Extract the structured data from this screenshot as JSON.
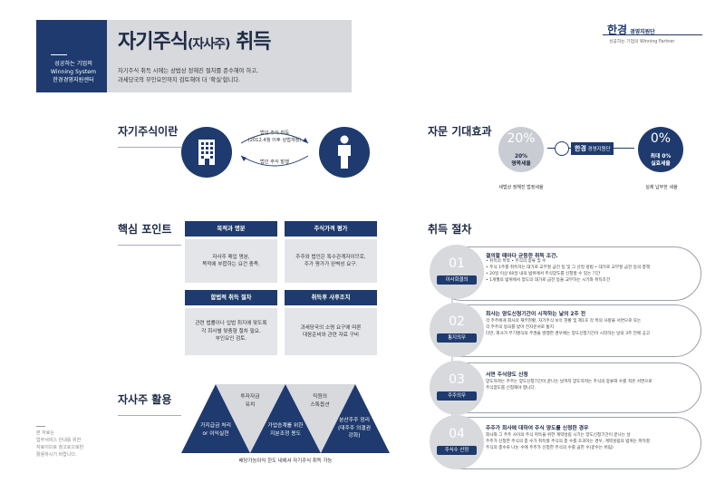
{
  "header": {
    "left_text": [
      "성공하는 기업의",
      "Winning System",
      "한경경영지원센터"
    ],
    "title_main": "자기주식",
    "title_paren": "(자사주)",
    "title_end": " 취득",
    "subtitle": [
      "자기주식 취득 시에는 상법상 정해진 절차를 준수해야 하고,",
      "과세당국의 부인요인까지 검토해야 더 '확실'합니다."
    ]
  },
  "logo": {
    "main": "한경",
    "tag": "경영지원단",
    "sub": "성공하는 기업의 Winning Partner"
  },
  "section1": {
    "title": "자기주식이란",
    "arrow_top": [
      "법인 주식 취득",
      "(2012.4월 이후 상법개정)"
    ],
    "arrow_bottom": "법인 주식 발행"
  },
  "section2": {
    "title": "자문 기대효과",
    "left_pct": "20%",
    "left_label": [
      "20%",
      "명목세율"
    ],
    "left_caption": "세법상 정해진 법정세율",
    "center_logo_main": "한경",
    "center_logo_tag": "경영지원단",
    "right_pct": "0%",
    "right_label": [
      "최대 0%",
      "실효세율"
    ],
    "right_caption": "실제 납부한 세율"
  },
  "section3": {
    "title": "핵심 포인트",
    "cards": [
      {
        "head": "목적과 명분",
        "body": [
          "자사주 매입 명분,",
          "목적에 부합하는 요건 충족."
        ]
      },
      {
        "head": "주식가격 평가",
        "body": [
          "주주와 법인은 특수관계자이므로,",
          "주가 평가가 완벽성 요구."
        ]
      },
      {
        "head": "합법적 취득 절차",
        "body": [
          "관련 법률이나 입법 취지에 맞도록",
          "각 회사별 맞춤형 절차 필요.",
          "부인요인 검토."
        ]
      },
      {
        "head": "취득후 사후조치",
        "body": [
          "과세당국의 소명 요구에 따른",
          "대응준비와 관련 자료 구비"
        ]
      }
    ]
  },
  "section4": {
    "title": "자사주 활용",
    "tri": [
      [
        "가지급금 처리",
        "or 이익실현"
      ],
      [
        "투자자금",
        "유치"
      ],
      [
        "가업승계를 위한",
        "지분조정 용도"
      ],
      [
        "직원의",
        "스톡옵션"
      ],
      [
        "분산주주 정리",
        "(대주주 의결권",
        "강화)"
      ]
    ],
    "caption": "배당가능이익 한도 내에서 자기주식 취득 가능"
  },
  "section5": {
    "title": "취득 절차",
    "steps": [
      {
        "num": "01",
        "label": "이사회결의",
        "title": "결의할 때마다 균등한 취득 조건.",
        "desc": [
          "• 취득의 목적  • 주식의 종류 및 수",
          "• 주식 1주를 취득하는 대가로 교부할 금전 등 및 그 산정 방법  • 대가로 교부할 금전 등의 총액",
          "• 20일 이상 60일 내의 범위에서 주식양도를 신청할 수 있는 기간",
          "• 1개월의 범위에서 양도의 대가로 금전 등을 교부하는 시기와 취득조건"
        ]
      },
      {
        "num": "02",
        "label": "통지의무",
        "title": "회사는 양도신청기간이 시작하는 날의 2주 전",
        "desc": [
          "각 주주에게 회사의 재무현황, 자기주식 보유 현황 및 제1호 각 목의 사항을 서면으로 또는",
          "각 주주의 동의를 받아 전자문서로 통지",
          "다만, 회사가 무기명식의 주권을 발행한 경우에는 양도신청기간이 시작하는 날의 3주 전에 공고"
        ]
      },
      {
        "num": "03",
        "label": "주주의무",
        "title": "서면 주식양도 신청",
        "desc": [
          "양도하려는 주주는 양도신청기간이 끝나는 날까지 양도하려는 주식의 종류와 수를 적은 서면으로",
          "주식양도를 신청해야 합니다."
        ]
      },
      {
        "num": "04",
        "label": "주식수 산정",
        "title": "주주가 회사에 대하여 주식 양도를 신청한 경우",
        "desc": [
          "회사와 그 주주 사이의 주식 취득을 위한 계약성립 시기는 양도신청기간이 끝나는 날",
          "주주가 신청한 주식의 총 수가 취득할 주식의 총 수를 초과하는 경우, 계약성립의 범위는 취득할",
          "주식의 총수로 나눈 수에 주주가 신청한 주식의 수를 곱한 수(끝수는 버림)"
        ]
      }
    ]
  },
  "footnote": [
    "본 자료는",
    "업무서비스 안내를 위한",
    "자료이므로 참고로으로만",
    "활용하시기 바랍니다."
  ],
  "colors": {
    "navy": "#1e3a6e",
    "gray": "#d7d9dd"
  }
}
